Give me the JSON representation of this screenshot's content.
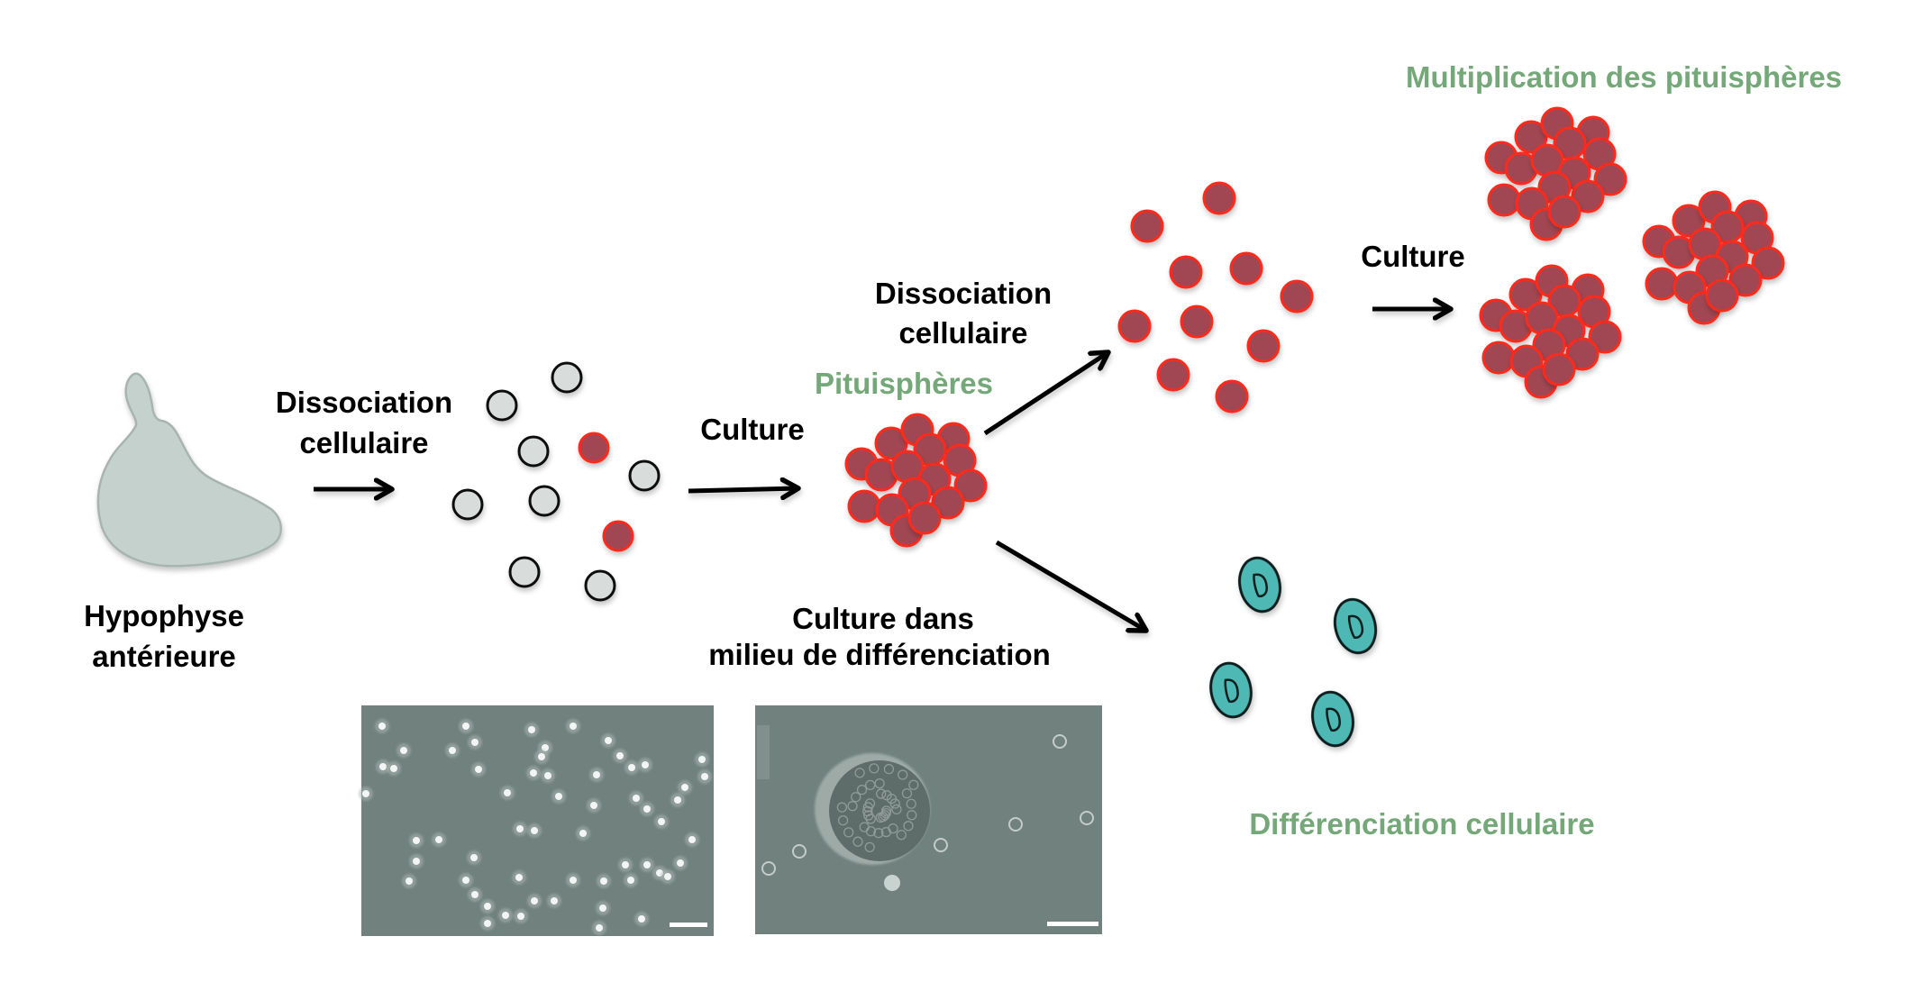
{
  "colors": {
    "label_green": "#74a878",
    "stem_cell_fill": "#a04652",
    "stem_cell_stroke": "#ff2a1a",
    "plain_cell_fill": "#d8dcda",
    "plain_cell_stroke": "#111111",
    "differentiated_fill": "#4db8b4",
    "gland_fill": "#c5d1cd",
    "micrograph_bg": "#71817d"
  },
  "labels": {
    "gland_line1": "Hypophyse",
    "gland_line2": "antérieure",
    "step1_line1": "Dissociation",
    "step1_line2": "cellulaire",
    "step2": "Culture",
    "pituispheres": "Pituisphères",
    "step3_line1": "Dissociation",
    "step3_line2": "cellulaire",
    "step4": "Culture",
    "multiplication": "Multiplication des pituisphères",
    "diff_step_line1": "Culture dans",
    "diff_step_line2": "milieu de différenciation",
    "differentiation": "Différenciation cellulaire"
  },
  "icons": {
    "gland": "pituitary-gland-icon",
    "arrow": "arrow-right-icon",
    "plain_cell": "cell-icon",
    "stem_cell": "stem-cell-icon",
    "differentiated_cell": "differentiated-cell-icon"
  }
}
